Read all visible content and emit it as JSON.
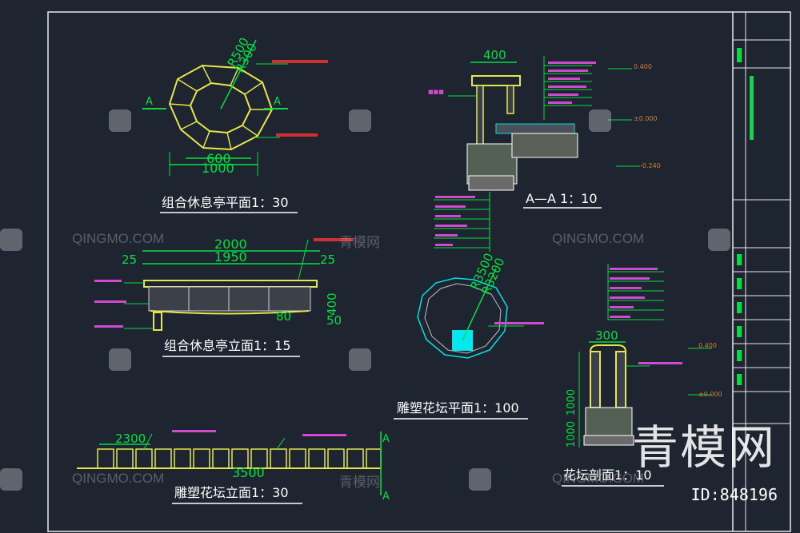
{
  "titles": {
    "plan1": "组合休息亭平面1：30",
    "aa": "A—A 1：10",
    "elev1": "组合休息亭立面1：15",
    "plan2": "雕塑花坛平面1：100",
    "elev2": "雕塑花坛立面1：30",
    "section": "花坛剖面1：10"
  },
  "dims": {
    "r500": "R500",
    "r300": "R300",
    "d600": "600",
    "d1000": "1000",
    "d2000": "2000",
    "d1950": "1950",
    "d25a": "25",
    "d25b": "25",
    "d50": "50",
    "d80": "80",
    "d400a": "400",
    "d400b": "400",
    "r3500": "R3500",
    "r3200": "R3200",
    "d300": "300",
    "d2300": "2300",
    "d3500": "3500",
    "el400a": "0.400",
    "el000a": "±0.000",
    "el240": "-0.240",
    "el400b": "0.400",
    "el000b": "±0.000",
    "mark_a": "A"
  },
  "watermark": {
    "latin": "QINGMO.COM",
    "cn": "青模网",
    "brand": "青模网",
    "id": "ID:848196"
  }
}
